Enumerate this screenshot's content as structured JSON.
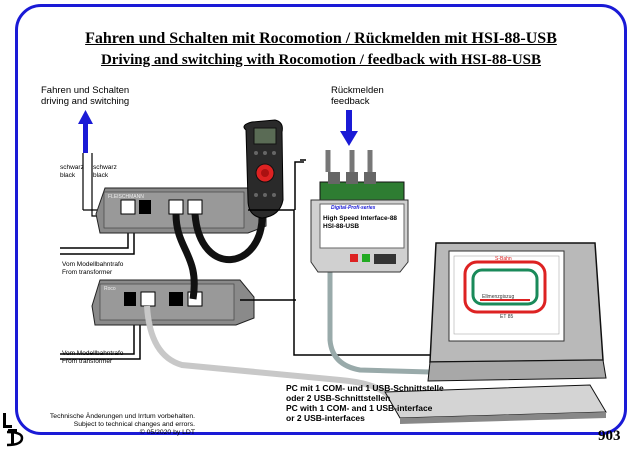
{
  "title_de": "Fahren und Schalten mit Rocomotion / Rückmelden mit HSI-88-USB",
  "title_en": "Driving and switching with Rocomotion / feedback with HSI-88-USB",
  "label_drive_de": "Fahren und Schalten",
  "label_drive_en": "driving and switching",
  "label_feedback_de": "Rückmelden",
  "label_feedback_en": "feedback",
  "wire_black_de_1": "schwarz",
  "wire_black_en_1": "black",
  "wire_black_de_2": "schwarz",
  "wire_black_en_2": "black",
  "transformer_de_1": "Vom Modellbahntrafo",
  "transformer_en_1": "From transformer",
  "transformer_de_2": "Vom Modellbahntrafo",
  "transformer_en_2": "From transformer",
  "device_brand_top": "FLEISCHMANN",
  "device_brand_bottom": "Roco",
  "hsi_brand": "Digital-Profi-series",
  "hsi_name_1": "High Speed Interface-88",
  "hsi_name_2": "HSI-88-USB",
  "screen_label_top": "S-Bahn",
  "screen_label_mid": "Ellmenzgiszug",
  "screen_label_bottom": "ET 85",
  "pc_text_1": "PC mit 1 COM- und 1 USB-Schnittstelle",
  "pc_text_2": "oder 2 USB-Schnittstellen",
  "pc_text_3": "PC with 1 COM- and 1 USB-interface",
  "pc_text_4": "or 2 USB-interfaces",
  "note_1": "Technische Änderungen und Irrtum vorbehalten.",
  "note_2": "Subject to technical changes and errors.",
  "note_3": "© 05/2020 by LDT",
  "page_number": "903",
  "colors": {
    "frame": "#1a1ad6",
    "arrow": "#1a1ad6",
    "device": "#8a8a8a",
    "track_red": "#d22",
    "track_green": "#1a8a5a"
  }
}
